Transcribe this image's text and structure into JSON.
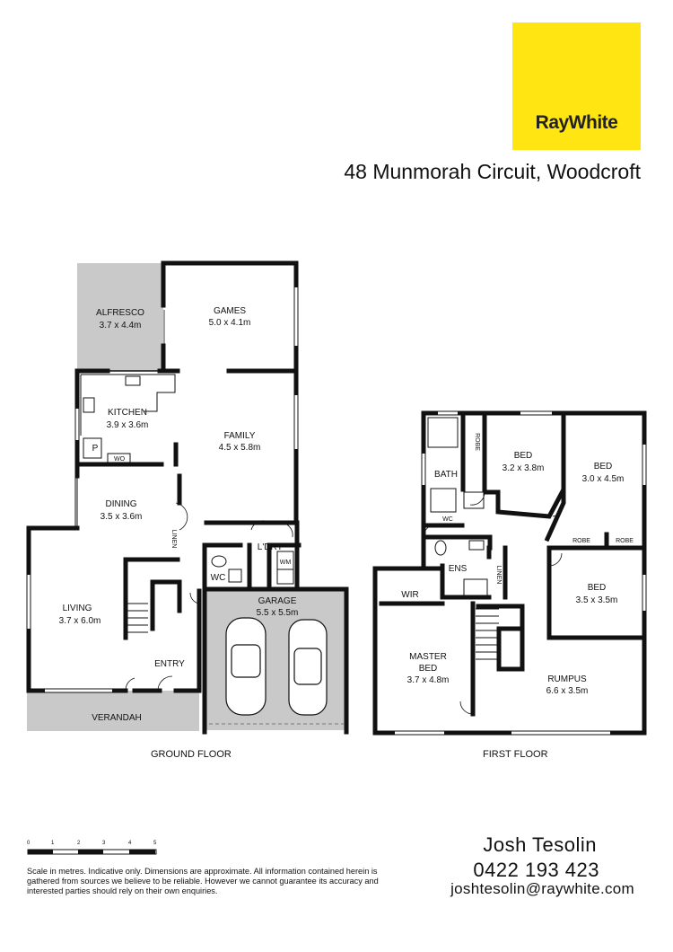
{
  "brand": {
    "name": "RayWhite",
    "color": "#ffe512"
  },
  "address": "48 Munmorah Circuit, Woodcroft",
  "ground_floor": {
    "label": "GROUND FLOOR",
    "rooms": {
      "alfresco": {
        "name": "ALFRESCO",
        "size": "3.7 x 4.4m"
      },
      "games": {
        "name": "GAMES",
        "size": "5.0 x 4.1m"
      },
      "kitchen": {
        "name": "KITCHEN",
        "size": "3.9 x 3.6m"
      },
      "family": {
        "name": "FAMILY",
        "size": "4.5 x 5.8m"
      },
      "dining": {
        "name": "DINING",
        "size": "3.5 x 3.6m"
      },
      "living": {
        "name": "LIVING",
        "size": "3.7 x 6.0m"
      },
      "garage": {
        "name": "GARAGE",
        "size": "5.5 x 5.5m"
      },
      "laundry": {
        "name": "L'DRY"
      },
      "wc": {
        "name": "WC"
      },
      "entry": {
        "name": "ENTRY"
      },
      "verandah": {
        "name": "VERANDAH"
      },
      "pantry": {
        "name": "P"
      },
      "wo": {
        "name": "WO"
      },
      "linen": {
        "name": "LINEN"
      },
      "wm": {
        "name": "WM"
      }
    }
  },
  "first_floor": {
    "label": "FIRST FLOOR",
    "rooms": {
      "bath": {
        "name": "BATH"
      },
      "robe_bath": {
        "name": "ROBE"
      },
      "bed1": {
        "name": "BED",
        "size": "3.2 x 3.8m"
      },
      "bed2": {
        "name": "BED",
        "size": "3.0 x 4.5m"
      },
      "bed3": {
        "name": "BED",
        "size": "3.5 x 3.5m"
      },
      "robe1": {
        "name": "ROBE"
      },
      "robe2": {
        "name": "ROBE"
      },
      "wc": {
        "name": "WC"
      },
      "ens": {
        "name": "ENS"
      },
      "linen": {
        "name": "LINEN"
      },
      "wir": {
        "name": "WIR"
      },
      "master": {
        "name": "MASTER",
        "name2": "BED",
        "size": "3.7 x 4.8m"
      },
      "rumpus": {
        "name": "RUMPUS",
        "size": "6.6 x 3.5m"
      }
    }
  },
  "scale": {
    "ticks": [
      "0",
      "1",
      "2",
      "3",
      "4",
      "5"
    ]
  },
  "disclaimer": "Scale in metres. Indicative only. Dimensions are approximate. All information contained herein is gathered from sources we believe to be reliable. However we cannot guarantee its accuracy and interested parties should rely on their own enquiries.",
  "agent": {
    "name": "Josh Tesolin",
    "phone": "0422 193 423",
    "email": "joshtesolin@raywhite.com"
  }
}
